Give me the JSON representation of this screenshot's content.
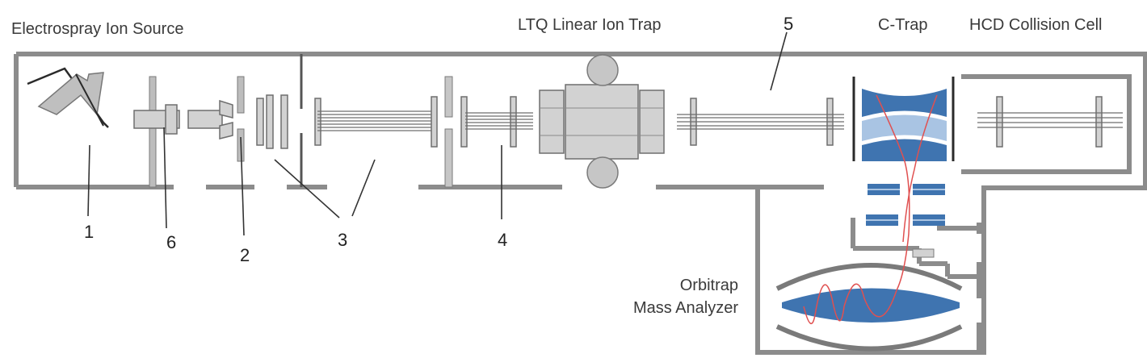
{
  "labels": {
    "electrospray_ion_source": "Electrospray Ion Source",
    "ltq_linear_ion_trap": "LTQ Linear Ion Trap",
    "c_trap": "C-Trap",
    "hcd_collision_cell": "HCD Collision Cell",
    "orbitrap_line1": "Orbitrap",
    "orbitrap_line2": "Mass Analyzer"
  },
  "callouts": {
    "n1": "1",
    "n2": "2",
    "n3": "3",
    "n4": "4",
    "n5": "5",
    "n6": "6"
  },
  "colors": {
    "wall": "#8c8c8c",
    "component_fill": "#d2d2d2",
    "component_stroke": "#6e6e6e",
    "trap_blue": "#3f74b0",
    "trap_light_blue": "#a9c4e3",
    "ion_path": "#e05050"
  }
}
